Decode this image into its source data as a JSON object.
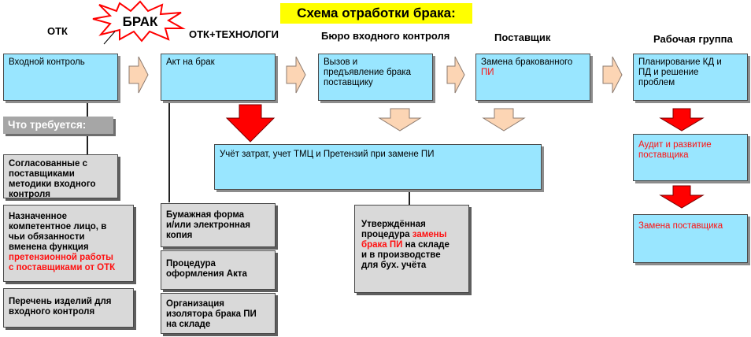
{
  "title": "Схема отработки брака:",
  "brak": "БРАК",
  "columns": {
    "otk": "ОТК",
    "otk_tech": "ОТК+ТЕХНОЛОГИ",
    "bureau": "Бюро входного контроля",
    "supplier": "Поставщик",
    "workgroup": "Рабочая группа"
  },
  "boxes": {
    "incoming": "Входной контроль",
    "act": "Акт на брак",
    "call_line1": "Вызов и",
    "call_line2": "предъявление брака",
    "call_line3": "поставщику",
    "replace_line1": "Замена бракованного",
    "replace_red": "ПИ",
    "plan_line1": "Планирование КД и",
    "plan_line2": "ПД и решение",
    "plan_line3": "проблем",
    "costs": "Учёт затрат, учет ТМЦ и Претензий при замене ПИ",
    "audit_line1": "Аудит и развитие",
    "audit_line2": "поставщика",
    "supplier_replace": "Замена поставщика"
  },
  "need_label": "Что требуется:",
  "requirements": {
    "r1_line1": "Согласованные с",
    "r1_line2": "поставщиками",
    "r1_line3": "методики входного",
    "r1_line4": "контроля",
    "r2_line1": "Назначенное",
    "r2_line2": "компетентное лицо, в",
    "r2_line3": "чьи обязанности",
    "r2_line4": "вменена функция",
    "r2_red1": "претензионной работы",
    "r2_red2": "с поставщиками от ОТК",
    "r3_line1": "Перечень изделий для",
    "r3_line2": "входного контроля",
    "a1_line1": "Бумажная форма",
    "a1_line2": "и/или электронная",
    "a1_line3": "копия",
    "a2_line1": "Процедура",
    "a2_line2": "оформления Акта",
    "a3_line1": "Организация",
    "a3_line2": "изолятора брака ПИ",
    "a3_line3": "на складе",
    "p_line1": "Утверждённая",
    "p_line2": "процедура",
    "p_red1": "замены",
    "p_red2": "брака ПИ",
    "p_line3": "на складе",
    "p_line4": "и в производстве",
    "p_line5": "для бух. учёта"
  },
  "colors": {
    "box_fill": "#99e6ff",
    "req_fill": "#d9d9d9",
    "arrow_peach": "#fcd5b4",
    "arrow_red": "#ff0000",
    "title_bg": "#ffff00",
    "accent_red": "#ff1010"
  }
}
